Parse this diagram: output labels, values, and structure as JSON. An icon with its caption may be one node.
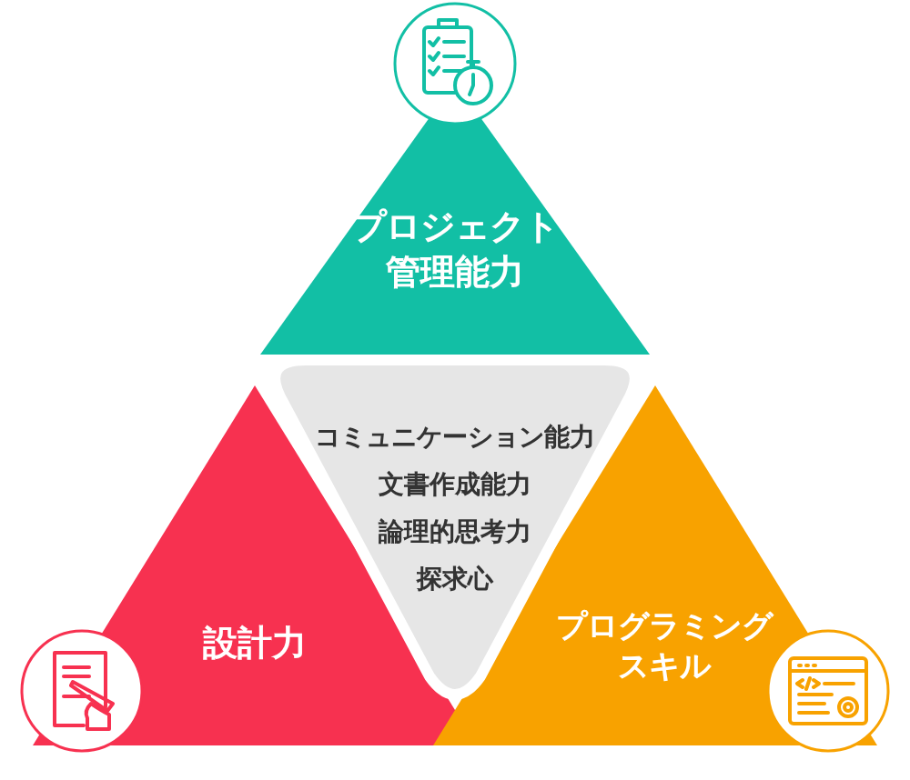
{
  "diagram": {
    "nodes": [
      {
        "text": [
          "プロジェクト管理能力"
        ]
      },
      {
        "text": [
          "設計力"
        ]
      },
      {
        "text": [
          "プログラミングスキル"
        ]
      },
      {
        "text": [
          "コミュニケーション能力",
          "文書作成能力",
          "論理的思考力",
          "探求心"
        ]
      }
    ]
  }
}
